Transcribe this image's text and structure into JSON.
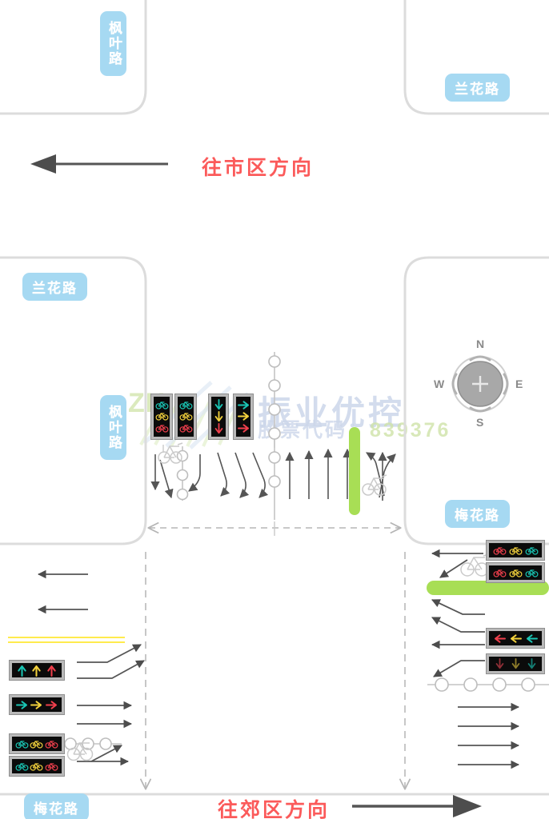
{
  "diagram": {
    "kind": "intersection-channelization-plan",
    "direction_banners": [
      {
        "id": "to-city",
        "text": "往市区方向",
        "arrow": "left"
      },
      {
        "id": "to-suburbs",
        "text": "往郊区方向",
        "arrow": "right"
      }
    ],
    "road_labels": [
      {
        "id": "fengye-top",
        "text": "枫叶路",
        "orientation": "vertical"
      },
      {
        "id": "lanhua-topright",
        "text": "兰花路",
        "orientation": "horizontal"
      },
      {
        "id": "lanhua-midleft",
        "text": "兰花路",
        "orientation": "horizontal"
      },
      {
        "id": "fengye-mid",
        "text": "枫叶路",
        "orientation": "vertical"
      },
      {
        "id": "meihua-right",
        "text": "梅花路",
        "orientation": "horizontal"
      },
      {
        "id": "meihua-bottom",
        "text": "梅花路",
        "orientation": "horizontal"
      }
    ],
    "compass": {
      "north": "N",
      "south": "S",
      "east": "E",
      "west": "W"
    },
    "signals": [
      {
        "id": "nb-bike-1",
        "type": "bicycle",
        "layout": "vertical",
        "lamps": [
          "green",
          "yellow",
          "red"
        ]
      },
      {
        "id": "nb-bike-2",
        "type": "bicycle",
        "layout": "vertical",
        "lamps": [
          "green",
          "yellow",
          "red"
        ]
      },
      {
        "id": "nb-through",
        "type": "arrow-down",
        "layout": "vertical",
        "lamps": [
          "green",
          "yellow",
          "red"
        ]
      },
      {
        "id": "nb-right",
        "type": "arrow-right",
        "layout": "vertical",
        "lamps": [
          "green",
          "yellow",
          "red"
        ]
      },
      {
        "id": "wb-through",
        "type": "arrow-up",
        "layout": "horizontal",
        "lamps": [
          "green",
          "yellow",
          "red"
        ]
      },
      {
        "id": "wb-right",
        "type": "arrow-right",
        "layout": "horizontal",
        "lamps": [
          "green",
          "yellow",
          "red"
        ]
      },
      {
        "id": "wb-bike-1",
        "type": "bicycle",
        "layout": "horizontal",
        "lamps": [
          "green",
          "yellow",
          "red"
        ]
      },
      {
        "id": "wb-bike-2",
        "type": "bicycle",
        "layout": "horizontal",
        "lamps": [
          "green",
          "yellow",
          "red"
        ]
      },
      {
        "id": "eb-bike-1",
        "type": "bicycle",
        "layout": "horizontal",
        "lamps": [
          "red",
          "yellow",
          "green"
        ]
      },
      {
        "id": "eb-bike-2",
        "type": "bicycle",
        "layout": "horizontal",
        "lamps": [
          "red",
          "yellow",
          "green"
        ]
      },
      {
        "id": "eb-left",
        "type": "arrow-left",
        "layout": "horizontal",
        "lamps": [
          "red",
          "yellow",
          "green"
        ]
      },
      {
        "id": "eb-through",
        "type": "arrow-down",
        "layout": "horizontal",
        "lamps": [
          "red",
          "yellow",
          "green"
        ]
      }
    ],
    "lamp_colors": {
      "green": "#19c5b4",
      "yellow": "#f2d13c",
      "red": "#ef3f4c",
      "housing": "#0b0b0b",
      "bezel": "#b9b9b9"
    },
    "palette": {
      "road_chip_bg": "#a6d9f2",
      "road_chip_text": "#ffffff",
      "direction_text": "#fb5a5a",
      "kerb": "#d8d8d8",
      "arrow": "#555555",
      "bike_lane_green": "#a8de55",
      "centre_line_yellow": "#ffeb4d",
      "compass": "#8a8a8a"
    },
    "watermark": {
      "title": "振业优控",
      "subtitle_label": "股票代码：",
      "subtitle_code": "839376"
    },
    "dimension_line": {
      "style": "dashed-double-arrow",
      "label": ""
    }
  }
}
